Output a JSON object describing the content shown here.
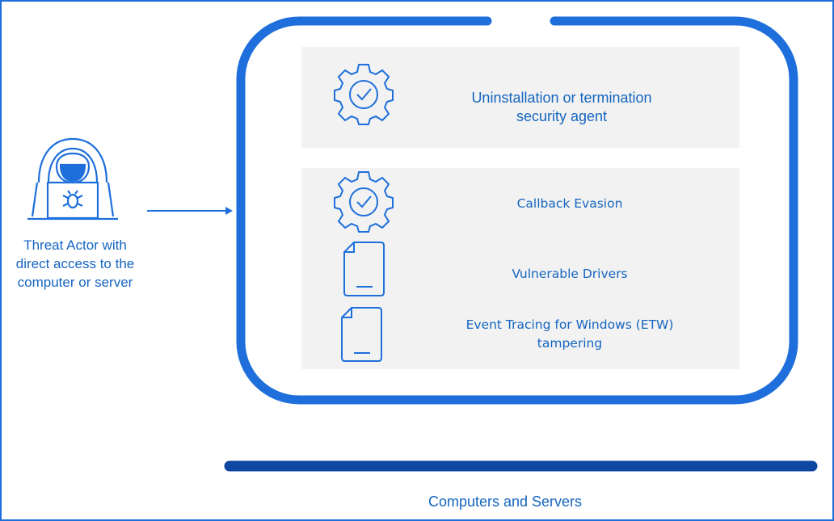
{
  "actor": {
    "label": "Threat Actor with direct access to the computer or server"
  },
  "techniques": [
    {
      "label_lines": [
        "Uninstallation or termination",
        "security agent"
      ],
      "icon": "gear-check-icon"
    },
    {
      "label": "Callback Evasion",
      "icon": "gear-check-icon"
    },
    {
      "label": "Vulnerable Drivers",
      "icon": "document-icon"
    },
    {
      "label_lines": [
        "Event Tracing for Windows (ETW)",
        "tampering"
      ],
      "icon": "document-icon"
    }
  ],
  "target": {
    "label": "Computers and Servers"
  },
  "colors": {
    "accent": "#1e6fdc",
    "dark_bar": "#0d47a1",
    "text": "#1565c0",
    "panel": "#f2f2f2"
  }
}
